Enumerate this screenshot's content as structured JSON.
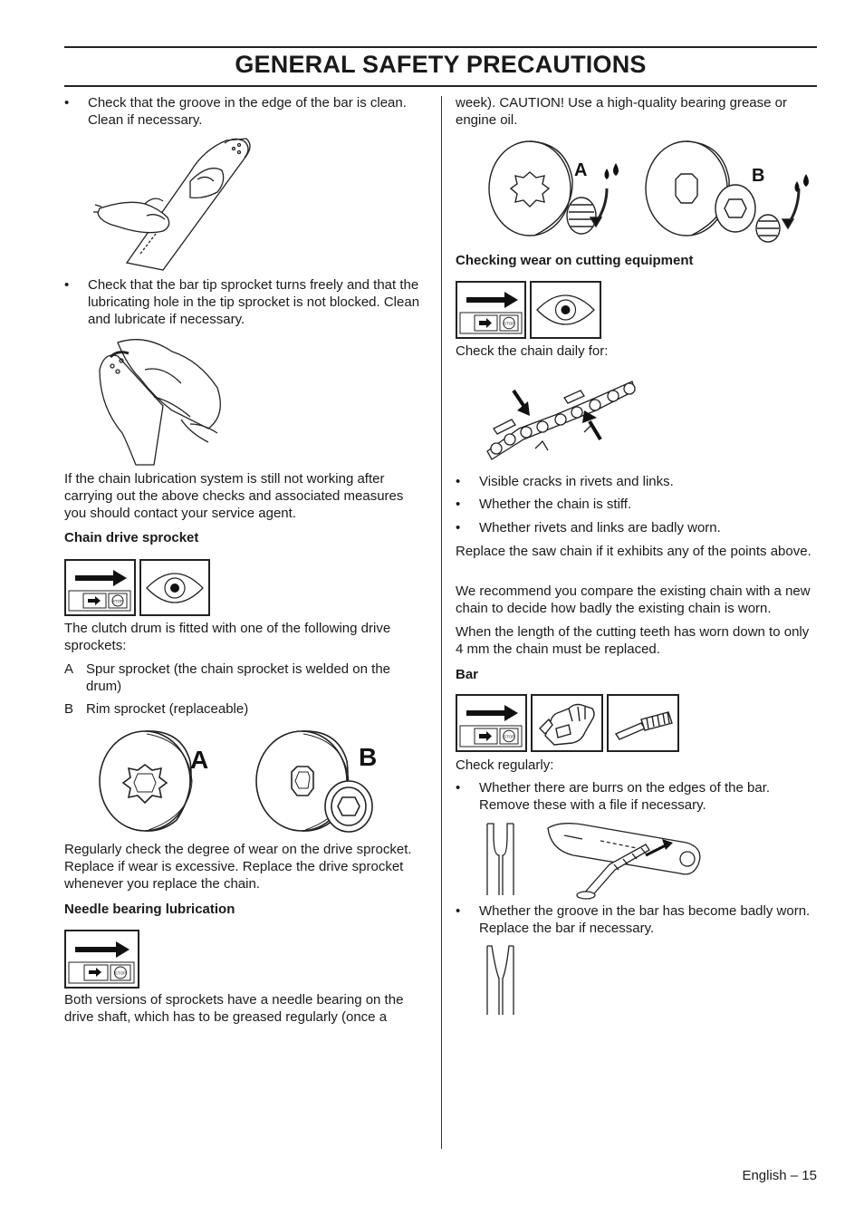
{
  "header": {
    "title": "GENERAL SAFETY PRECAUTIONS"
  },
  "left": {
    "bullet1": "Check that the groove in the edge of the bar is clean. Clean if necessary.",
    "bullet2": "Check that the bar tip sprocket turns freely and that the lubricating hole in the tip sprocket is not blocked. Clean and lubricate if necessary.",
    "para_lubrication": "If the chain lubrication system is still not working after carrying out the above checks and associated measures you should contact your service agent.",
    "heading_sprocket": "Chain drive sprocket",
    "para_clutch": "The clutch drum is fitted with one of the following drive sprockets:",
    "item_a_letter": "A",
    "item_a_text": "Spur sprocket (the chain sprocket is welded on the drum)",
    "item_b_letter": "B",
    "item_b_text": "Rim sprocket (replaceable)",
    "para_wear": "Regularly check the degree of wear on the drive sprocket. Replace if wear is excessive. Replace the drive sprocket whenever you replace the chain.",
    "heading_needle": "Needle bearing lubrication",
    "para_needle": "Both versions of sprockets have a needle bearing on the drive shaft, which has to be greased regularly (once a"
  },
  "right": {
    "para_cont": "week). CAUTION! Use a high-quality bearing grease or engine oil.",
    "heading_wear": "Checking wear on cutting equipment",
    "para_daily": "Check the chain daily for:",
    "bullets": [
      "Visible cracks in rivets and links.",
      "Whether the chain is stiff.",
      "Whether rivets and links are badly worn."
    ],
    "para_replace": "Replace the saw chain if it exhibits any of the points above.",
    "para_compare": "We recommend you compare the existing chain with a new chain to decide how badly the existing chain is worn.",
    "para_length": "When the length of the cutting teeth has worn down to only 4 mm the chain must be replaced.",
    "heading_bar": "Bar",
    "para_regular": "Check regularly:",
    "bar_bullet1": "Whether there are burrs on the edges of the bar. Remove these with a file if necessary.",
    "bar_bullet2": "Whether the groove in the bar has become badly worn. Replace the bar if necessary."
  },
  "figure_labels": {
    "a": "A",
    "b": "B",
    "stop": "STOP"
  },
  "footer": {
    "page": "English – 15"
  },
  "icons": [
    "arrow-icon",
    "stop-icon",
    "eye-icon",
    "glove-icon",
    "brush-icon",
    "sprocket-icon",
    "oil-drop-icon"
  ]
}
